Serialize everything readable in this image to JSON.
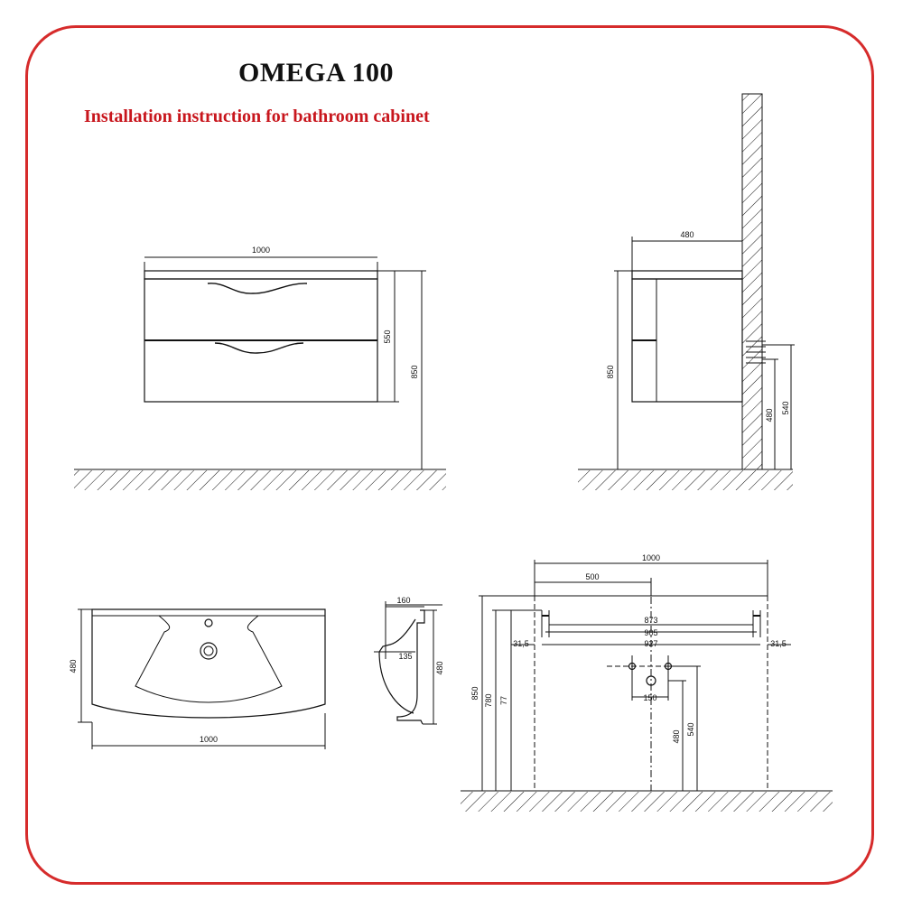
{
  "header": {
    "title": "OMEGA 100",
    "subtitle": "Installation instruction for bathroom cabinet"
  },
  "front_view": {
    "width": "1000",
    "cabinet_height": "550",
    "total_height": "850"
  },
  "side_view": {
    "depth": "480",
    "total_height": "850",
    "mount_480": "480",
    "mount_540": "540"
  },
  "basin_top": {
    "depth": "480",
    "width": "1000"
  },
  "basin_section": {
    "top": "160",
    "bowl": "135",
    "height": "480"
  },
  "wall_layout": {
    "width": "1000",
    "half": "500",
    "dim_873": "873",
    "dim_905": "905",
    "dim_927": "927",
    "margin_left": "31,5",
    "margin_right": "31,5",
    "pipe_spacing": "150",
    "h850": "850",
    "h780": "780",
    "h77": "77",
    "h480": "480",
    "h540": "540"
  },
  "colors": {
    "frame": "#d62b2b",
    "subtitle": "#c8161d",
    "line": "#111111"
  }
}
